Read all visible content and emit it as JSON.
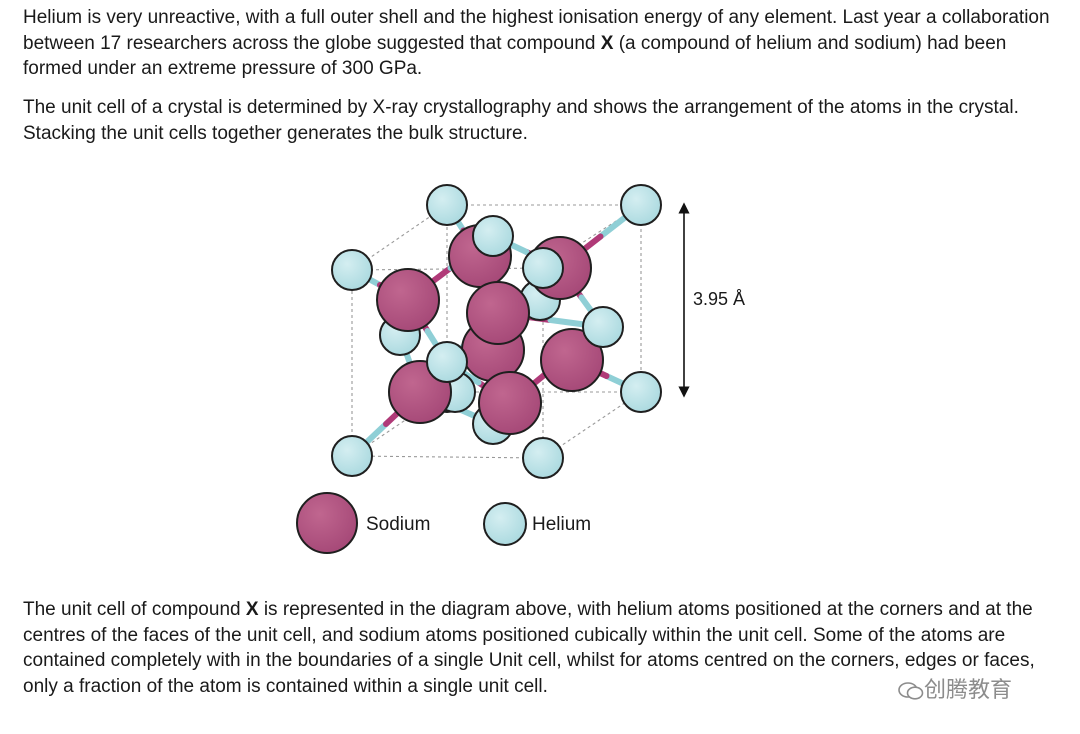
{
  "paragraphs": {
    "p1": {
      "before": "Helium is very unreactive, with a full outer shell and the highest ionisation energy of any element. Last year a collaboration between 17 researchers across the globe suggested that compound ",
      "bold": "X",
      "after": " (a compound of helium and sodium) had been formed under an extreme pressure of 300 GPa."
    },
    "p2": {
      "text": "The unit cell of a crystal is determined by X-ray crystallography and shows the arrangement of the atoms in the crystal. Stacking the unit cells together generates the bulk structure."
    },
    "p3": {
      "before": "The unit cell of compound ",
      "bold": "X",
      "after": " is represented in the diagram above, with helium atoms positioned at the corners and at the centres of the faces of the unit cell, and sodium atoms positioned cubically within the unit cell. Some of the atoms are contained completely with in the boundaries of a single Unit cell, whilst for atoms centred on the corners, edges or faces, only a fraction of the atom is contained within a single unit cell."
    }
  },
  "diagram": {
    "dimension_label": "3.95 Å",
    "legend": {
      "sodium": "Sodium",
      "helium": "Helium"
    },
    "colors": {
      "sodium": "#a54877",
      "sodium_light": "#c0668f",
      "helium": "#aad9df",
      "helium_light": "#d4eef1",
      "outline": "#1f1f1f",
      "bond_sodium": "#b03a78",
      "bond_helium": "#8fcfd6",
      "cell_edge": "#999999"
    }
  },
  "watermark": {
    "text": "创腾教育",
    "icon": "wechat-icon"
  }
}
